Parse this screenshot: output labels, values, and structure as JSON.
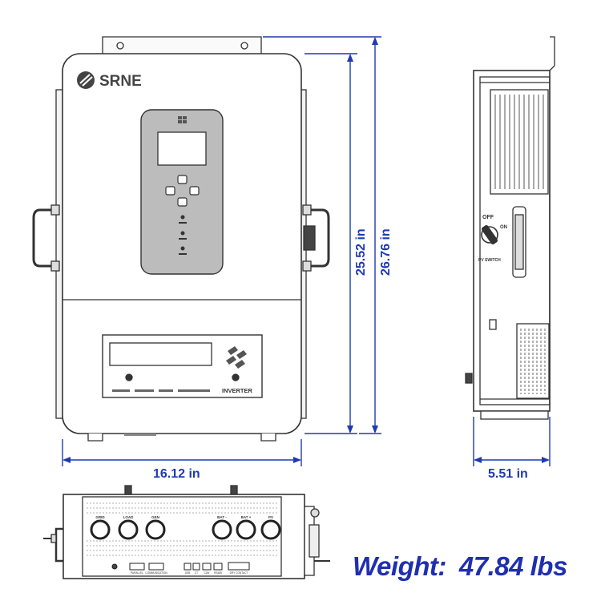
{
  "colors": {
    "dimension": "#1f3ab0",
    "outline": "#333333",
    "panel_fill": "#f7f7f7",
    "screen_panel": "#b9b9b9",
    "weight_text": "#1f2fb0"
  },
  "brand": {
    "logo_text": "SRNE"
  },
  "front_view": {
    "width_label": "16.12 in",
    "inner_height_label": "25.52 in",
    "outer_height_label": "26.76 in",
    "lower_panel_label": "INVERTER"
  },
  "side_view": {
    "depth_label": "5.51 in",
    "switch_off": "OFF",
    "switch_on": "ON",
    "switch_name": "PV SWITCH"
  },
  "bottom_view": {
    "terminals": [
      "GRID",
      "LOAD",
      "GEN",
      "BAT -",
      "BAT +",
      "PV"
    ],
    "ports": [
      "PARALLEL",
      "COMMUNICATION",
      "USB",
      "CT",
      "CAN",
      "RS485",
      "DRY CONTACT"
    ]
  },
  "weight": {
    "label": "Weight:",
    "value": "47.84 lbs"
  }
}
